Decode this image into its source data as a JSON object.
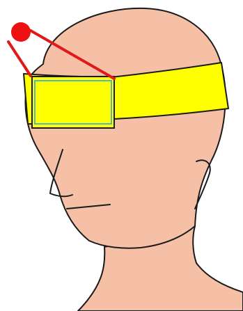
{
  "colors": {
    "background": "#ffffff",
    "skin": "#f5c0a6",
    "outline": "#1a1a1a",
    "headband": "#ffff00",
    "sensor_pad_border": "#4fb7c9",
    "light_source": "#ee1111",
    "light_ray": "#e01a1a"
  },
  "illustration": {
    "subject": "head-with-headband",
    "elements": [
      "head-outline",
      "headband",
      "sensor-pad",
      "light-source",
      "light-ray"
    ]
  }
}
